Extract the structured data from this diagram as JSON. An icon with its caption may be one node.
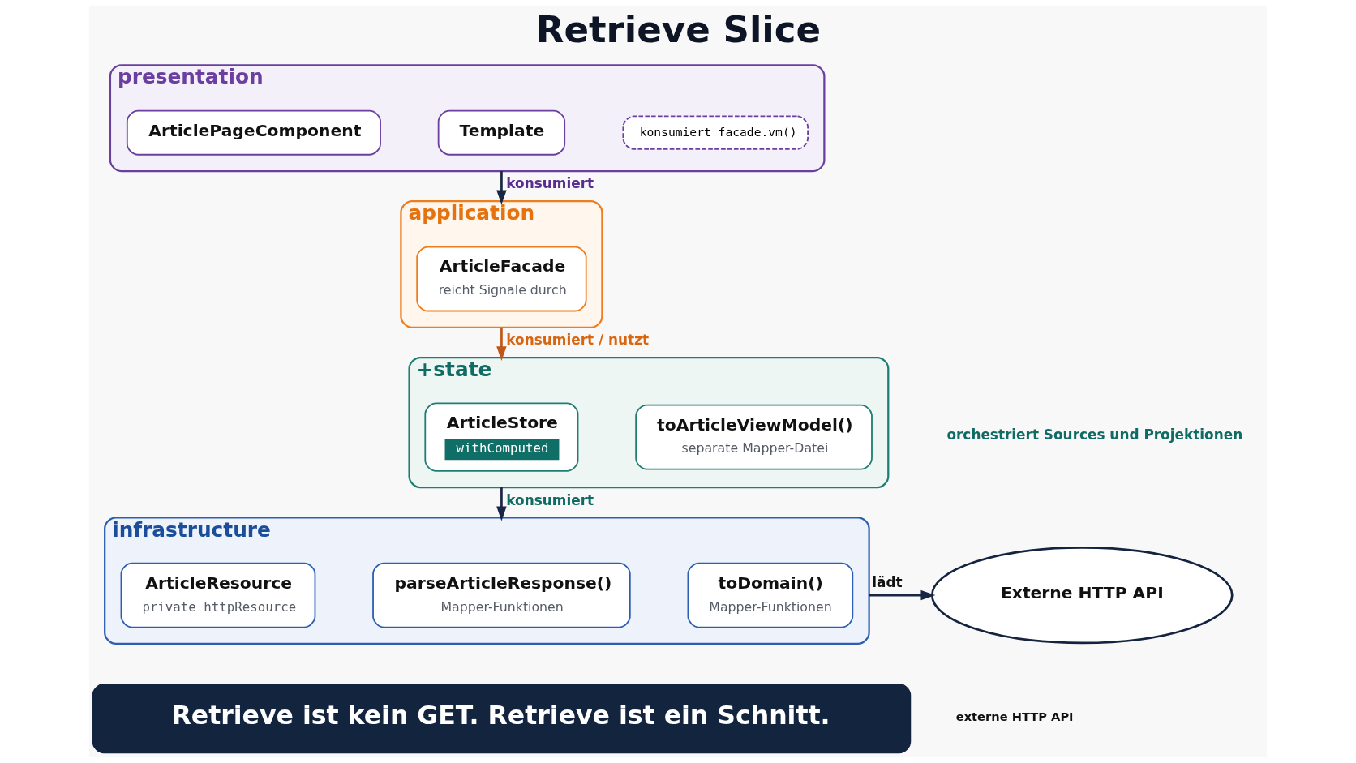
{
  "diagram": {
    "title": "Retrieve Slice",
    "nodes": [
      {
        "text": [
          "presentation"
        ]
      },
      {
        "text": [
          "ArticlePageComponent"
        ],
        "in": 0
      },
      {
        "text": [
          "Template"
        ],
        "in": 0
      },
      {
        "text": [
          "konsumiert facade.vm()"
        ],
        "in": 0
      },
      {
        "text": [
          "application"
        ]
      },
      {
        "text": [
          "ArticleFacade",
          "reicht Signale durch"
        ],
        "in": 4
      },
      {
        "text": [
          "+state"
        ]
      },
      {
        "text": [
          "ArticleStore",
          "withComputed"
        ],
        "in": 6
      },
      {
        "text": [
          "toArticleViewModel()",
          "separate Mapper-Datei"
        ],
        "in": 6
      },
      {
        "text": [
          "infrastructure"
        ]
      },
      {
        "text": [
          "ArticleResource",
          "private httpResource"
        ],
        "in": 9
      },
      {
        "text": [
          "parseArticleResponse()",
          "Mapper-Funktionen"
        ],
        "in": 9
      },
      {
        "text": [
          "toDomain()",
          "Mapper-Funktionen"
        ],
        "in": 9
      },
      {
        "text": [
          "Externe HTTP API"
        ]
      },
      {
        "text": [
          "Retrieve ist kein GET. Retrieve ist ein Schnitt."
        ]
      }
    ],
    "edges": [
      {
        "from": 0,
        "to": 4,
        "arrow": "to",
        "label": "konsumiert"
      },
      {
        "from": 4,
        "to": 6,
        "arrow": "to",
        "label": "konsumiert / nutzt",
        "color": "#c0571b"
      },
      {
        "from": 6,
        "to": 9,
        "arrow": "to",
        "label": "konsumiert"
      },
      {
        "from": 9,
        "to": 13,
        "arrow": "to",
        "label": "lädt"
      }
    ],
    "labels": [
      "orchestriert Sources und Projektionen",
      "externe HTTP API"
    ]
  }
}
